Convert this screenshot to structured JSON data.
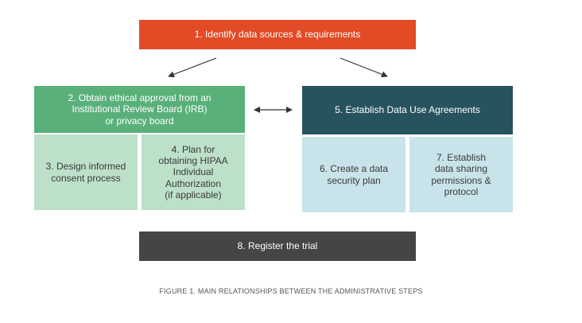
{
  "steps": {
    "step1": "1. Identify data sources & requirements",
    "step2": "2. Obtain ethical approval from an\nInstitutional Review Board (IRB)\nor privacy board",
    "step3": "3. Design informed\nconsent process",
    "step4": "4. Plan for\nobtaining HIPAA\nIndividual\nAuthorization\n(if applicable)",
    "step5": "5. Establish Data Use Agreements",
    "step6": "6. Create a data\nsecurity plan",
    "step7": "7. Establish\ndata sharing\npermissions &\nprotocol",
    "step8": "8. Register the trial"
  },
  "caption": "FIGURE 1. MAIN RELATIONSHIPS BETWEEN THE ADMINISTRATIVE STEPS",
  "colors": {
    "orange": "#E24B26",
    "green": "#59B07A",
    "light_green": "#BDE0C9",
    "teal": "#27535E",
    "light_blue": "#C9E3EA",
    "dark_gray": "#454545"
  }
}
